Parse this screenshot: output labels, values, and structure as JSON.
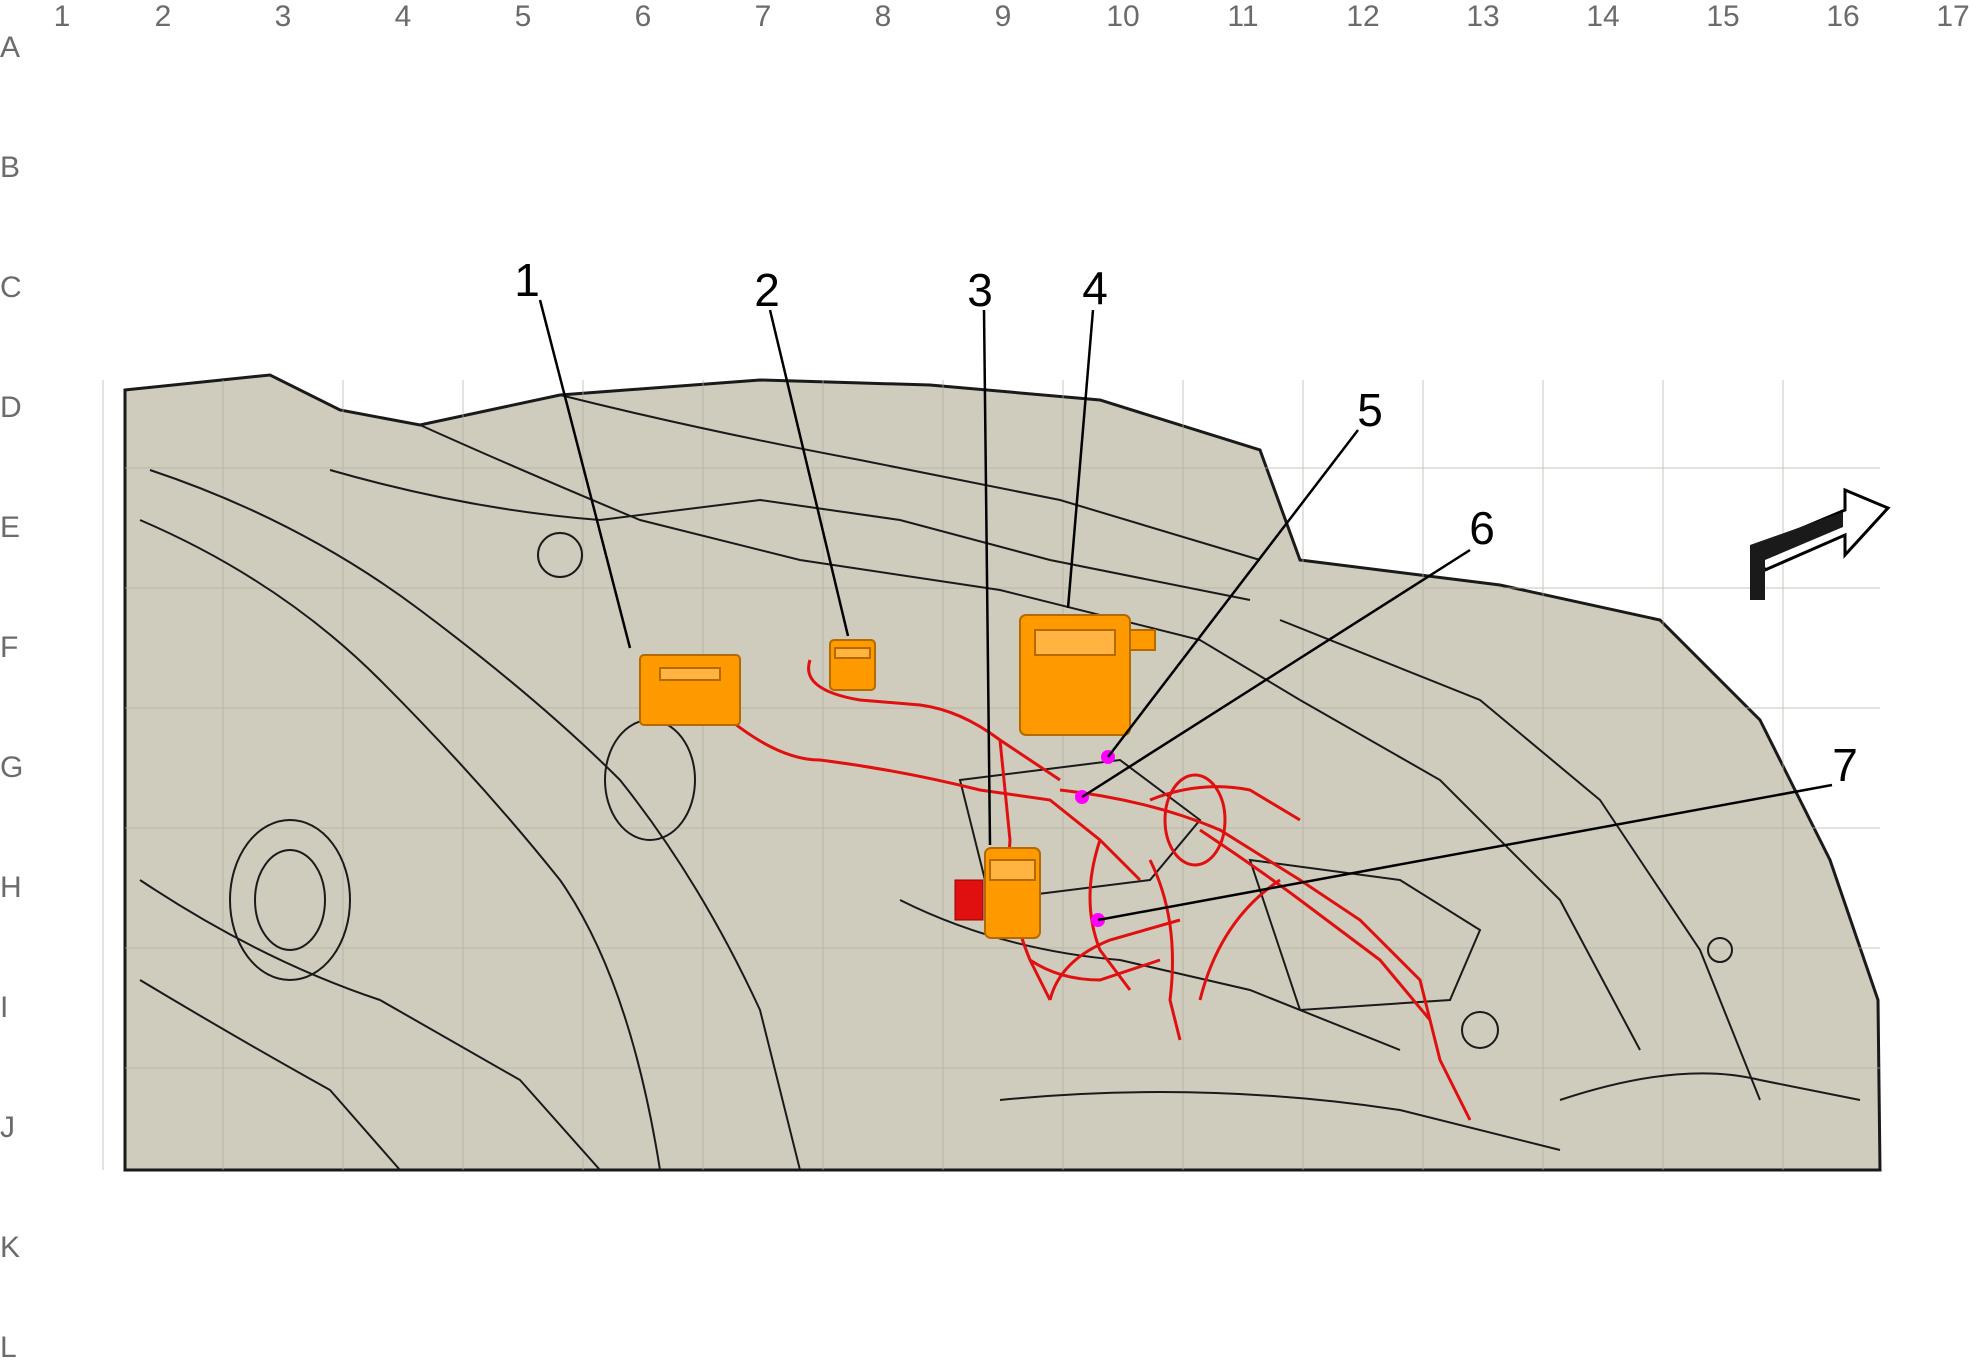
{
  "grid": {
    "columns": [
      "1",
      "2",
      "3",
      "4",
      "5",
      "6",
      "7",
      "8",
      "9",
      "10",
      "11",
      "12",
      "13",
      "14",
      "15",
      "16",
      "17"
    ],
    "rows": [
      "A",
      "B",
      "C",
      "D",
      "E",
      "F",
      "G",
      "H",
      "I",
      "J",
      "K",
      "L"
    ]
  },
  "callouts": [
    {
      "id": "callout-1",
      "label": "1"
    },
    {
      "id": "callout-2",
      "label": "2"
    },
    {
      "id": "callout-3",
      "label": "3"
    },
    {
      "id": "callout-4",
      "label": "4"
    },
    {
      "id": "callout-5",
      "label": "5"
    },
    {
      "id": "callout-6",
      "label": "6"
    },
    {
      "id": "callout-7",
      "label": "7"
    }
  ],
  "colors": {
    "body": "#cfcbbd",
    "outline": "#1a1a1a",
    "harness": "#e01010",
    "component": "#ff9900",
    "marker": "#ff00ff",
    "grid_text": "#6b6b6b"
  },
  "icons": [
    "direction-arrow-icon"
  ]
}
